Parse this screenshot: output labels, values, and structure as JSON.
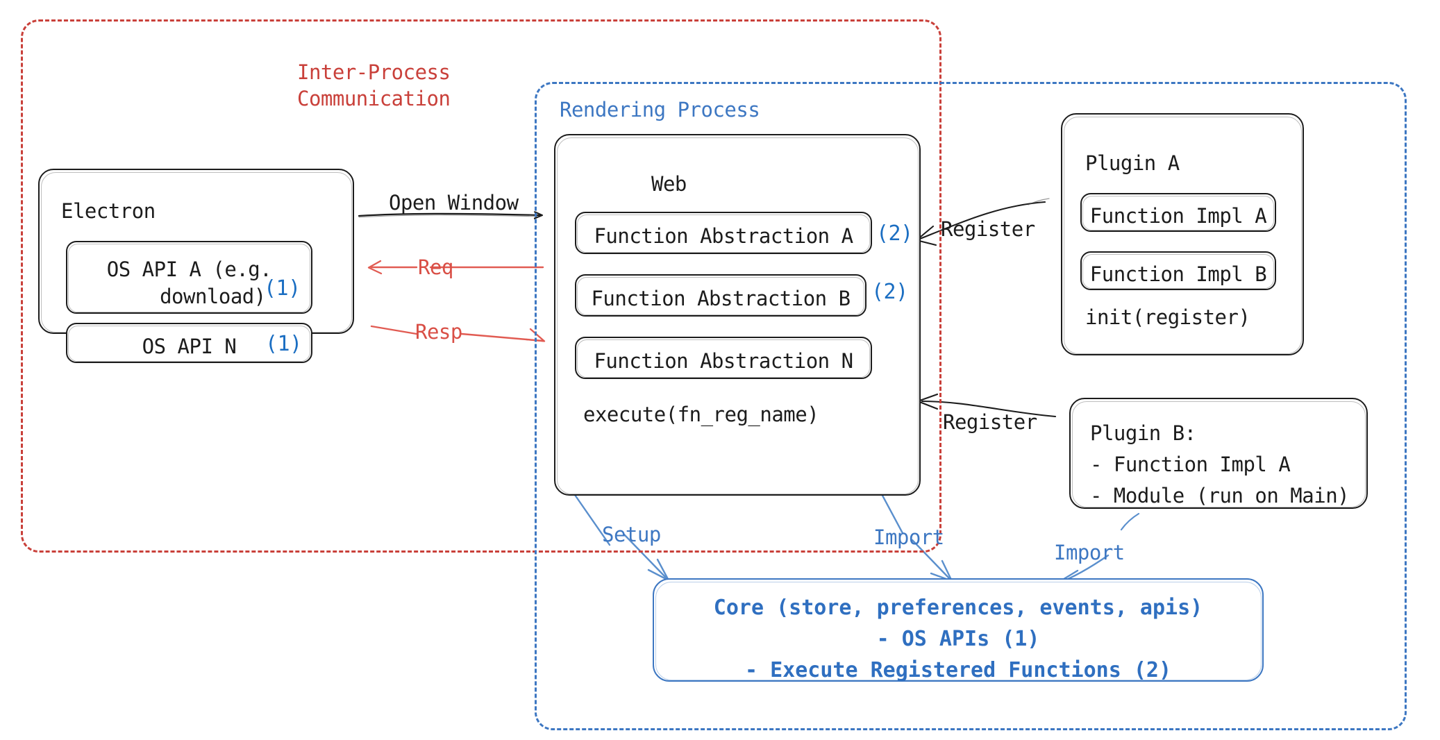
{
  "diagram": {
    "title": "Electron Plugin Architecture",
    "colors": {
      "ipc_red": "#c9403a",
      "render_blue": "#3d77c2",
      "marker_blue": "#1b6ec2",
      "ink": "#1c1c1c",
      "arrow_red": "#d94f46",
      "background": "#ffffff"
    }
  },
  "groups": {
    "ipc": {
      "label": "Inter-Process\nCommunication"
    },
    "rendering": {
      "label": "Rendering Process"
    }
  },
  "electron": {
    "title": "Electron",
    "apis": [
      {
        "name": "OS API A (e.g.\n    download)",
        "marker": "(1)"
      },
      {
        "name": "OS API N",
        "marker": "(1)"
      }
    ]
  },
  "web": {
    "title": "Web",
    "abstractions": [
      {
        "name": "Function Abstraction A",
        "marker": "(2)"
      },
      {
        "name": "Function Abstraction B",
        "marker": "(2)"
      },
      {
        "name": "Function Abstraction N",
        "marker": ""
      }
    ],
    "footer": "execute(fn_reg_name)"
  },
  "plugin_a": {
    "title": "Plugin A",
    "impls": [
      "Function Impl A",
      "Function Impl B"
    ],
    "footer": "init(register)"
  },
  "plugin_b": {
    "title": "Plugin B:",
    "lines": [
      "- Function Impl A",
      "- Module (run on Main)"
    ]
  },
  "core": {
    "lines": [
      "Core (store, preferences, events, apis)",
      "- OS APIs (1)",
      "- Execute Registered Functions (2)"
    ]
  },
  "arrows": {
    "open_window": "Open Window",
    "req": "Req",
    "resp": "Resp",
    "register_top": "Register",
    "register_bottom": "Register",
    "setup": "Setup",
    "import_web": "Import",
    "import_plugin_b": "Import"
  }
}
